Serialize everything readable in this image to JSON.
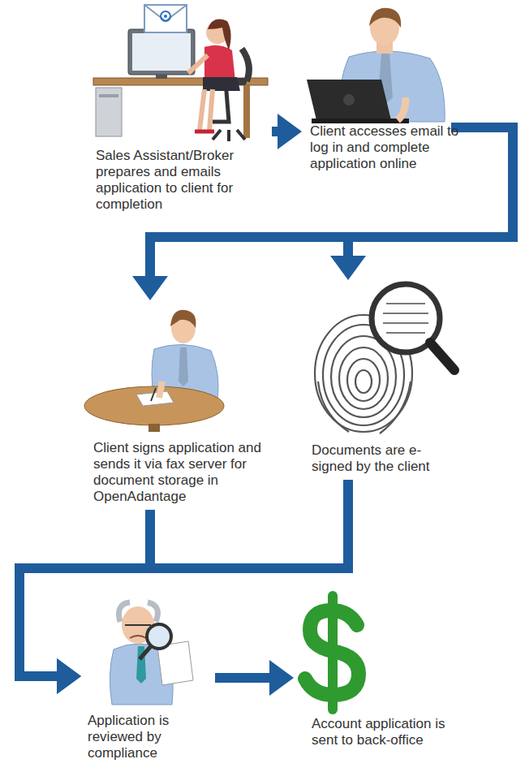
{
  "diagram": {
    "nodes": [
      {
        "text": [
          "Sales Assistant/Broker prepares and emails application to client for completion"
        ]
      },
      {
        "text": [
          "Client accesses email to log in and complete application online"
        ]
      },
      {
        "text": [
          "Client signs application and sends it via fax server for document storage in OpenAdantage"
        ]
      },
      {
        "text": [
          "Documents are e-signed by the client"
        ]
      },
      {
        "text": [
          "Application is reviewed by compliance"
        ]
      },
      {
        "text": [
          "Account application is sent to back-office"
        ]
      }
    ],
    "edges": [
      {
        "from": 0,
        "to": 1,
        "arrow": "to"
      },
      {
        "from": 1,
        "to": 2,
        "arrow": "to"
      },
      {
        "from": 1,
        "to": 3,
        "arrow": "to"
      },
      {
        "from": 2,
        "to": 4,
        "arrow": "to"
      },
      {
        "from": 3,
        "to": 4,
        "arrow": "to"
      },
      {
        "from": 4,
        "to": 5,
        "arrow": "to"
      }
    ]
  }
}
